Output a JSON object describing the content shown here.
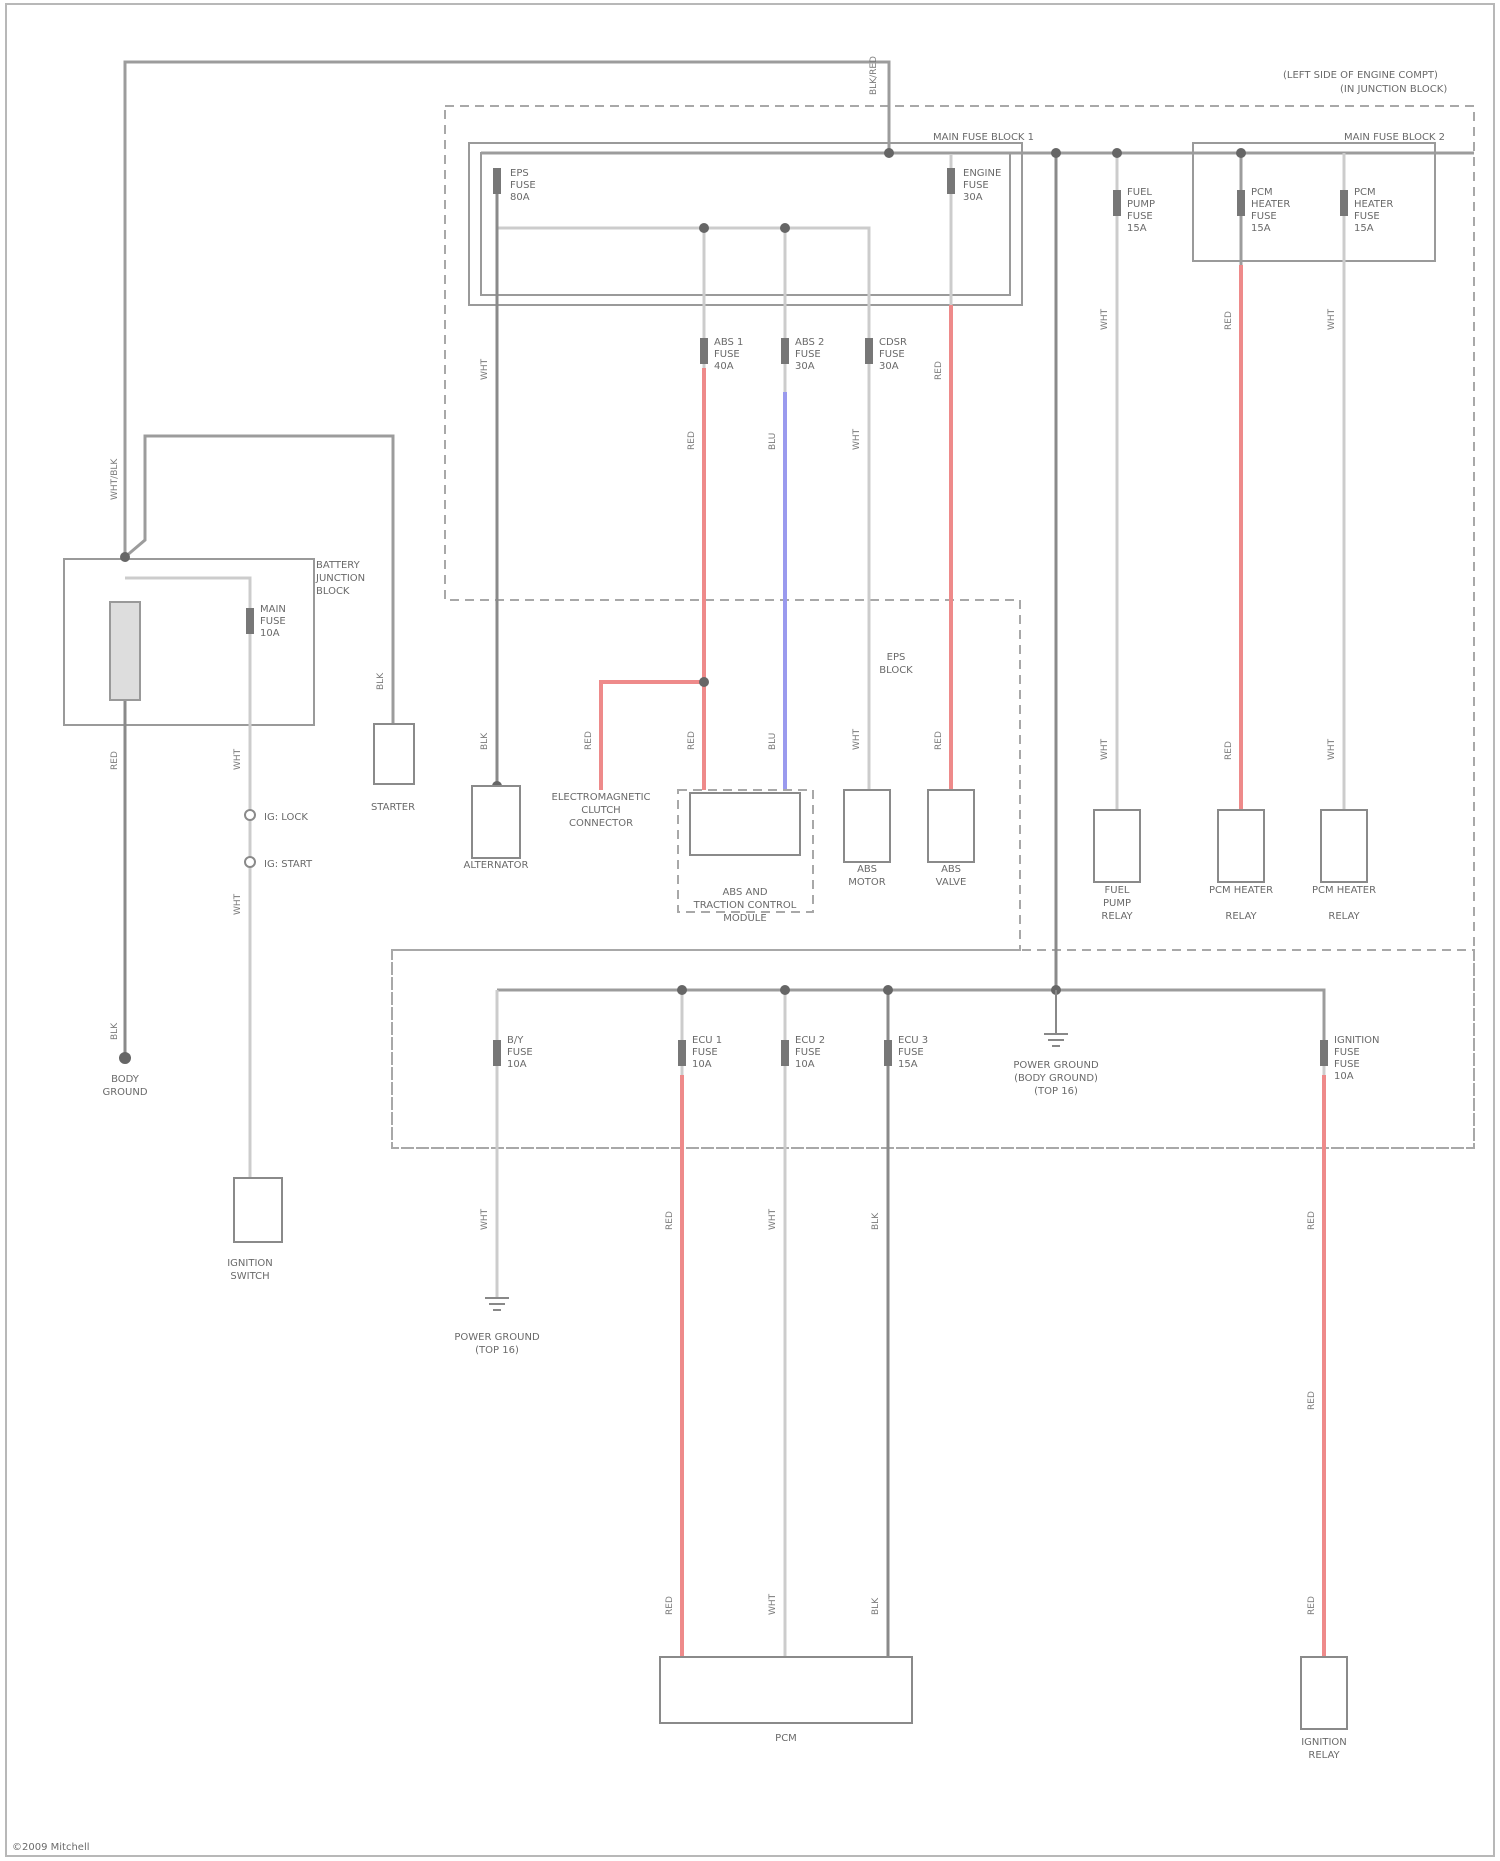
{
  "header_note": [
    "(LEFT SIDE OF ENGINE COMPT)",
    "(IN JUNCTION BLOCK)"
  ],
  "blocks": {
    "main_block_1": "MAIN FUSE BLOCK 1",
    "main_block_2": "MAIN FUSE BLOCK 2",
    "battery_junction": "BATTERY JUNCTION BLOCK"
  },
  "fuses": {
    "f_top_left": [
      "EPS",
      "FUSE",
      "80A"
    ],
    "f_top_right": [
      "ENGINE",
      "FUSE",
      "30A"
    ],
    "f_abs1": [
      "ABS 1",
      "FUSE",
      "40A"
    ],
    "f_abs2": [
      "ABS 2",
      "FUSE",
      "30A"
    ],
    "f_cdsr": [
      "CDSR",
      "FUSE",
      "30A"
    ],
    "f_fuel": [
      "FUEL",
      "PUMP",
      "FUSE",
      "15A"
    ],
    "f_pcm_l": [
      "PCM",
      "HEATER",
      "FUSE",
      "15A"
    ],
    "f_pcm_r": [
      "PCM",
      "HEATER",
      "FUSE",
      "15A"
    ],
    "f_battery": [
      "MAIN",
      "FUSE",
      "10A"
    ],
    "f_bot_1": [
      "B/Y",
      "FUSE",
      "10A"
    ],
    "f_bot_2": [
      "ECU 1",
      "FUSE",
      "10A"
    ],
    "f_bot_3": [
      "ECU 2",
      "FUSE",
      "10A"
    ],
    "f_bot_4": [
      "ECU 3",
      "FUSE",
      "15A"
    ],
    "f_bot_5": [
      "IGNITION",
      "FUSE",
      "FUSE",
      "10A"
    ]
  },
  "switch_labels": {
    "sw1": "IG: LOCK",
    "sw2": "IG: START"
  },
  "components": {
    "battery": [
      "BODY",
      "GROUND"
    ],
    "starter": [
      "STARTER"
    ],
    "fuse_block_label": [
      "BATTERY",
      "JUNCTION",
      "BLOCK"
    ],
    "alternator": [
      "ALTERNATOR"
    ],
    "eps": [
      "EPS",
      "BLOCK"
    ],
    "data_link": [
      "ELECTROMAGNETIC",
      "CLUTCH",
      "CONNECTOR"
    ],
    "abs_control": [
      "ABS AND",
      "TRACTION CONTROL",
      "MODULE"
    ],
    "abs_motor": [
      "ABS",
      "MOTOR"
    ],
    "abs_valve": [
      "ABS",
      "VALVE"
    ],
    "fuel_pump_relay": [
      "FUEL",
      "PUMP",
      "RELAY"
    ],
    "pcm_heater_relay_l": [
      "PCM HEATER",
      "RELAY"
    ],
    "pcm_heater_relay_r": [
      "PCM HEATER",
      "RELAY"
    ],
    "ignition_switch": [
      "IGNITION",
      "SWITCH"
    ],
    "ground_bot": [
      "POWER GROUND",
      "(TOP 16)"
    ],
    "ground_mid": [
      "POWER GROUND",
      "(BODY GROUND)",
      "(TOP 16)"
    ],
    "pcm": [
      "PCM"
    ],
    "ignition_relay": [
      "IGNITION",
      "RELAY"
    ]
  },
  "wire_codes": {
    "w_top": "BLK/RED",
    "w_left_up": "WHT/BLK",
    "w_left_main": "RED",
    "w_batt_neg": "BLK",
    "w_sw1": "WHT",
    "w_sw2": "WHT",
    "w_starter": "BLK",
    "w_alt_up": "WHT",
    "w_alt": "BLK",
    "w_dlc": "RED",
    "w_abs_a_up": "RED",
    "w_abs_a": "RED",
    "w_abs_b_up": "BLU",
    "w_abs_b": "BLU",
    "w_abs_c_up": "WHT",
    "w_abs_c": "WHT",
    "w_abs_d_up": "RED",
    "w_abs_d": "RED",
    "w_fuel_up": "WHT",
    "w_fuel": "WHT",
    "w_pcm_l_up": "RED",
    "w_pcm_l": "RED",
    "w_pcm_r_up": "WHT",
    "w_pcm_r": "WHT",
    "w_b1": "WHT",
    "w_b2": "RED",
    "w_b3": "WHT",
    "w_b4": "BLK",
    "w_b5": "RED",
    "w_b2b": "RED",
    "w_b3b": "WHT",
    "w_b4b": "BLK",
    "w_b5b": "RED",
    "w_b5c": "RED"
  },
  "footer": "©2009 Mitchell"
}
